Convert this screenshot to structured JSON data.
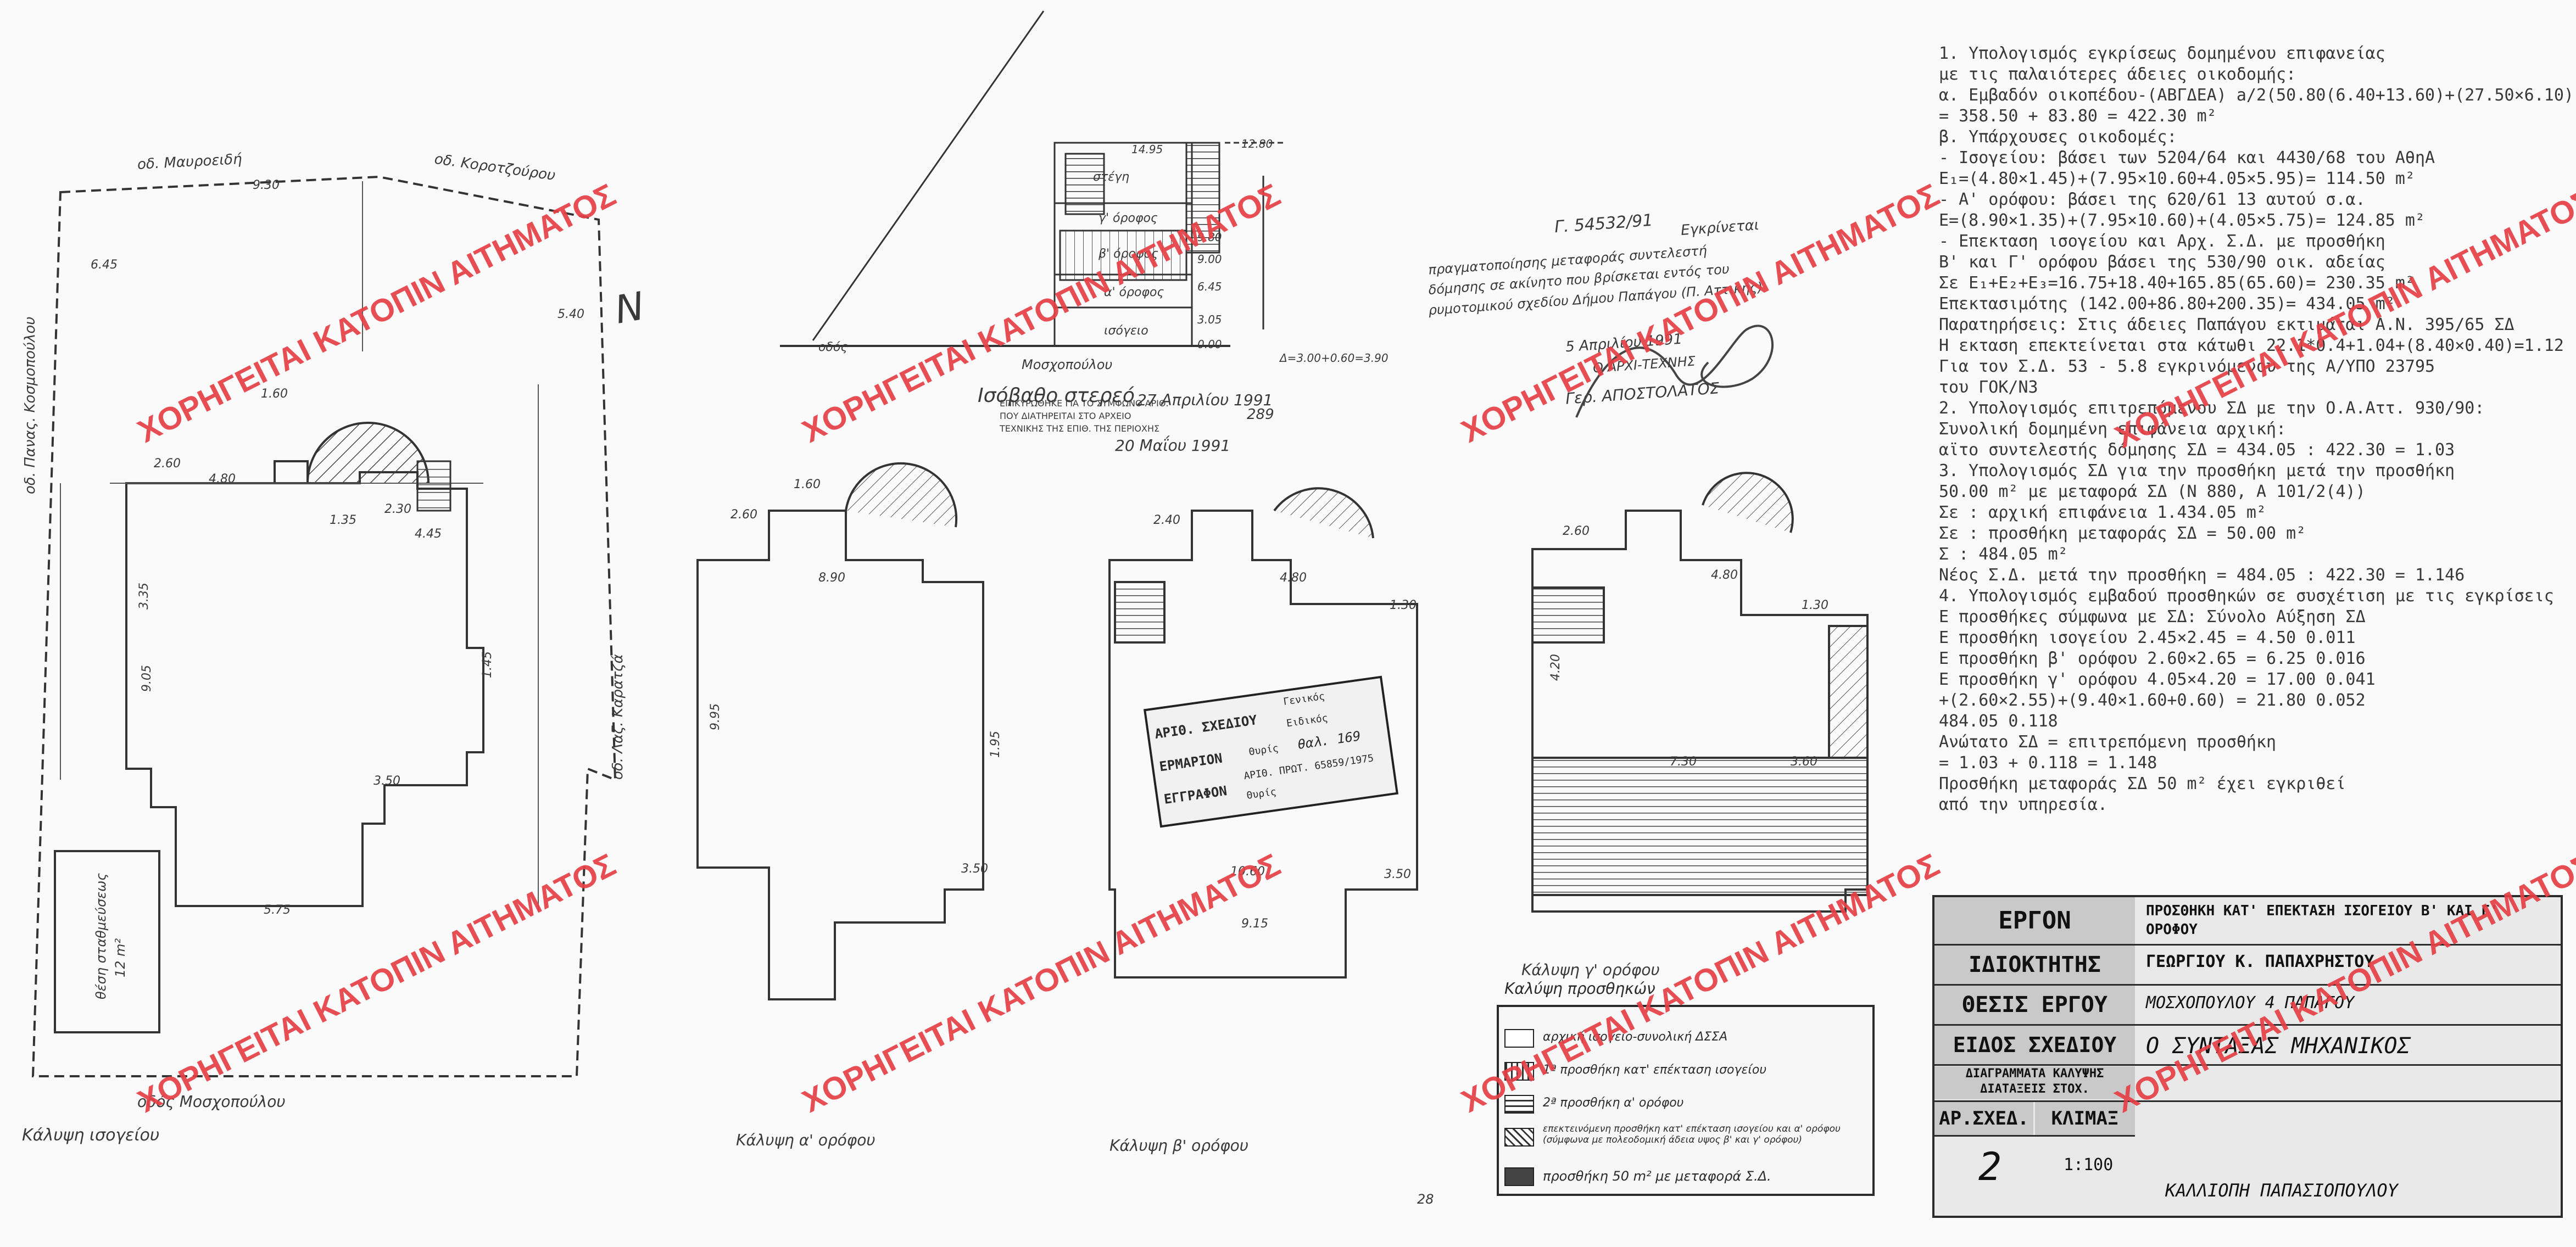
{
  "watermark": "ΧΟΡΗΓΕΙΤΑΙ ΚΑΤΟΠΙΝ ΑΙΤΗΜΑΤΟΣ",
  "site_plan": {
    "street_top_left": "οδ. Μαυροειδή",
    "street_top_right": "οδ. Κοροτζούρου",
    "street_left": "οδ. Πανας. Κοσμοπούλου",
    "street_bottom": "οδός Μοσχοπούλου",
    "street_right": "οδ. Λαζ. Καρατζά",
    "parking_label": "θέση σταθμεύσεως",
    "parking_area": "12 m²",
    "caption": "Κάλυψη ισογείου",
    "north_mark": "Ν",
    "dims": [
      "4.80",
      "1.35",
      "9.30",
      "6.45",
      "5.40",
      "1.60",
      "2.60",
      "5.75",
      "2.30",
      "4.45",
      "9.05",
      "3.35",
      "1.45",
      "3.50"
    ]
  },
  "section": {
    "caption": "Ισόβαθο στερεό",
    "labels": [
      "στέγη",
      "γ' όροφος",
      "β' όροφος",
      "α' όροφος",
      "ισόγειο"
    ],
    "street": "Μοσχοπούλου",
    "heights": [
      "14.95",
      "12.80",
      "9.80",
      "9.00",
      "6.45",
      "3.05",
      "0.00"
    ],
    "formula": "Δ=3.00+0.60=3.90",
    "road": "οδός"
  },
  "approval_stamp": {
    "date_line": "27 Απριλίου 1991",
    "protocol": "289",
    "date2": "20 Μαΐου 1991",
    "line1": "ΕΠΙΚΥΡΩΘΗΚΕ ΓΙΑ ΤΟ ΣΥΜΦΩΝΟ ΑΡΙΘ.",
    "line2": "ΠΟΥ ΔΙΑΤΗΡΕΙΤΑΙ ΣΤΟ ΑΡΧΕΙΟ",
    "line3": "ΤΕΧΝΙΚΗΣ ΤΗΣ ΕΠΙΘ. ΤΗΣ ΠΕΡΙΟΧΗΣ"
  },
  "handwritten_note": {
    "ref": "Γ. 54532/91",
    "text1": "Εγκρίνεται",
    "text2": "πραγματοποίησης μεταφοράς συντελεστή",
    "text3": "δόμησης σε ακίνητο που βρίσκεται εντός του",
    "text4": "ρυμοτομικού σχεδίου Δήμου Παπάγου (Π. Αττικής)",
    "date": "5 Απριλίου 1991",
    "signer_role": "Ο ΑΡΧΙ-ΤΕΧΝΗΣ",
    "signer": "Γερ. ΑΠΟΣΤΟΛΑΤΟΣ"
  },
  "floor_plans": [
    {
      "caption": "Κάλυψη α' ορόφου",
      "dims": [
        "8.90",
        "1.60",
        "2.60",
        "9.95",
        "3.50",
        "1.95"
      ]
    },
    {
      "caption": "Κάλυψη β' ορόφου",
      "dims": [
        "4.80",
        "2.40",
        "10.60",
        "3.50",
        "9.15",
        "1.30"
      ]
    },
    {
      "caption": "Κάλυψη γ' ορόφου",
      "dims": [
        "2.60",
        "4.80",
        "4.20",
        "7.30",
        "3.60",
        "1.30"
      ]
    }
  ],
  "registry_stamp": {
    "row1": "ΑΡΙΘ. ΣΧΕΔΙΟΥ",
    "row1a": "Γενικός",
    "row1b": "Ειδικός",
    "row2": "ΕΡΜΑΡΙΟΝ",
    "row2a": "Θυρίς",
    "row2b": "θαλ. 169",
    "row3": "ΕΓΓΡΑΦΟΝ",
    "row3a": "ΑΡΙΘ. ΠΡΩΤ. 65859/1975",
    "row3b": "Θυρίς"
  },
  "legend": {
    "title": "Καλύψη προσθηκών",
    "items": [
      "αρχική ισογειο-συνολική ΔΣΣΑ",
      "1ª προσθήκη κατ' επέκταση ισογείου",
      "2ª προσθήκη α' ορόφου",
      "επεκτεινόμενη προσθήκη κατ' επέκταση ισογείου και α' ορόφου (σύμφωνα με πολεοδομική άδεια υψος β' και γ' ορόφου)",
      "προσθήκη 50 m² με μεταφορά Σ.Δ."
    ]
  },
  "calculations": [
    "1. Υπολογισμός εγκρίσεως δομημένου επιφανείας",
    "   με τις παλαιότερες άδειες οικοδομής:",
    "α. Εμβαδόν οικοπέδου-(ΑΒΓΔΕΑ) a/2(50.80(6.40+13.60)+(27.50×6.10))=",
    "                    = 358.50 + 83.80 = 422.30 m²",
    "β. Υπάρχουσες οικοδομές:",
    " - Ισογείου: βάσει των 5204/64 και 4430/68 του ΑθηΑ",
    "   Ε₁=(4.80×1.45)+(7.95×10.60+4.05×5.95)= 114.50 m²",
    " - Α' ορόφου: βάσει της 620/61 13 αυτού σ.α.",
    "   Ε=(8.90×1.35)+(7.95×10.60)+(4.05×5.75)= 124.85 m²",
    " - Επεκταση ισογείου και Αρχ. Σ.Δ. με προσθήκη",
    "   Β' και Γ' ορόφου βάσει της 530/90 οικ. αδείας",
    "   Σε Ε₁+Ε₂+Ε₃=16.75+18.40+165.85(65.60)= 230.35 m²",
    "   Επεκτασιμότης (142.00+86.80+200.35)= 434.05 m²",
    "Παρατηρήσεις: Στις άδειες Παπάγου εκτιμάται Α.Ν. 395/65 ΣΔ",
    "   Η εκταση επεκτείνεται στα κάτωθι 22.1*0.4+1.04+(8.40×0.40)=1.12",
    "   Για τον Σ.Δ. 53 - 5.8 εγκρινόμενου της Α/ΥΠΟ 23795",
    "   του ΓΟΚ/Ν3",
    "2. Υπολογισμός επιτρεπόμενου ΣΔ με την Ο.Α.Αττ. 930/90:",
    "   Συνολική δομημένη επιφάνεια αρχική:",
    "   αϊτο συντελεστής δόμησης ΣΔ = 434.05 : 422.30 = 1.03",
    "3. Υπολογισμός ΣΔ για την προσθήκη μετά την προσθήκη",
    "   50.00 m² με μεταφορά ΣΔ (Ν 880, Α 101/2(4))",
    "   Σε : αρχική επιφάνεια 1.434.05 m²",
    "   Σε : προσθήκη μεταφοράς ΣΔ = 50.00 m²",
    "   Σ : 484.05 m²",
    "   Νέος Σ.Δ. μετά την προσθήκη = 484.05 : 422.30 = 1.146",
    "4. Υπολογισμός εμβαδού προσθηκών σε συσχέτιση με τις εγκρίσεις",
    "   Ε προσθήκες σύμφωνα με ΣΔ:      Σύνολο   Αύξηση ΣΔ",
    "   Ε προσθήκη ισογείου 2.45×2.45      = 4.50   0.011",
    "   Ε προσθήκη β' ορόφου 2.60×2.65     = 6.25   0.016",
    "   Ε προσθήκη γ' ορόφου 4.05×4.20     = 17.00  0.041",
    "   +(2.60×2.55)+(9.40×1.60+0.60) =  21.80    0.052",
    "                                   484.05   0.118",
    "   Ανώτατο ΣΔ = επιτρεπόμενη προσθήκη",
    "              = 1.03 + 0.118 = 1.148",
    "   Προσθήκη μεταφοράς ΣΔ 50 m² έχει εγκριθεί",
    "   από την υπηρεσία."
  ],
  "title_block": {
    "rows": [
      {
        "label": "ΕΡΓΟΝ",
        "value": "ΠΡΟΣΘΗΚΗ ΚΑΤ' ΕΠΕΚΤΑΣΗ ΙΣΟΓΕΙΟΥ Β' ΚΑΙ Γ' ΟΡΟΦΟΥ"
      },
      {
        "label": "ΙΔΙΟΚΤΗΤΗΣ",
        "value": "ΓΕΩΡΓΙΟΥ Κ. ΠΑΠΑΧΡΗΣΤΟΥ"
      },
      {
        "label": "ΘΕΣΙΣ ΕΡΓΟΥ",
        "value": "ΜΟΣΧΟΠΟΥΛΟΥ 4 ΠΑΠΑΓΟΥ"
      },
      {
        "label": "ΕΙΔΟΣ ΣΧΕΔΙΟΥ",
        "value": "Ο ΣΥΝΤΑΞΑΣ ΜΗΧΑΝΙΚΟΣ"
      },
      {
        "label": "ΔΙΑΓΡΑΜΜΑΤΑ ΚΑΛΥΨΗΣ ΔΙΑΤΑΞΕΙΣ ΣΤΟΧ.",
        "value": ""
      }
    ],
    "drawing_no_label": "ΑΡ.ΣΧΕΔ.",
    "scale_label": "ΚΛΙΜΑΞ",
    "drawing_no": "2",
    "scale": "1:100",
    "engineer": "ΚΑΛΛΙΟΠΗ ΠΑΠΑΣΙΟΠΟΥΛΟΥ"
  },
  "page_footer": "28"
}
